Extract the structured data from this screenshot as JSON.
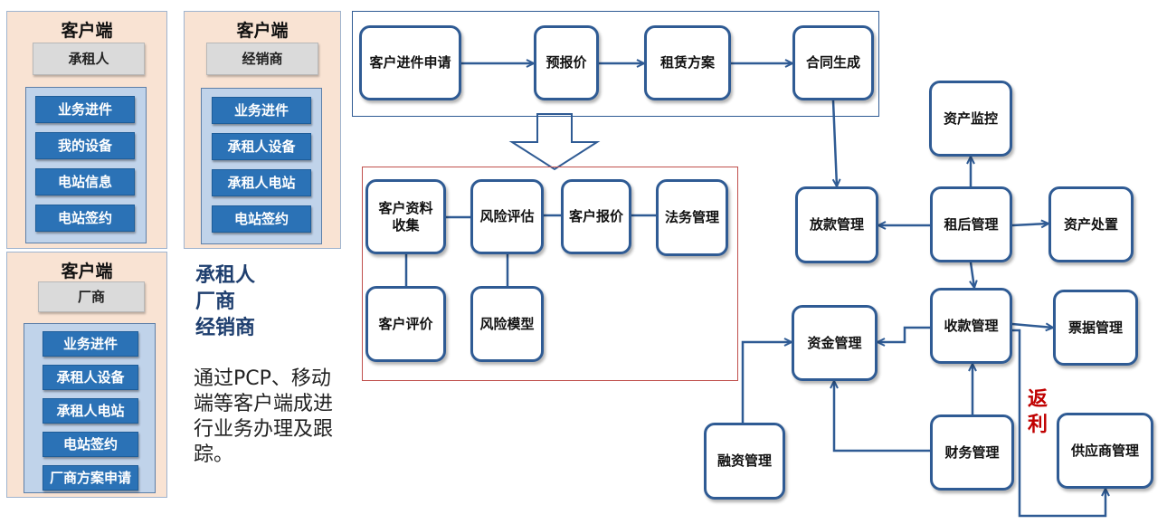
{
  "clients": [
    {
      "title": "客户端",
      "role": "承租人",
      "menu": [
        "业务进件",
        "我的设备",
        "电站信息",
        "电站签约"
      ]
    },
    {
      "title": "客户端",
      "role": "经销商",
      "menu": [
        "业务进件",
        "承租人设备",
        "承租人电站",
        "电站签约"
      ]
    },
    {
      "title": "客户端",
      "role": "厂商",
      "menu": [
        "业务进件",
        "承租人设备",
        "承租人电站",
        "电站签约",
        "厂商方案申请"
      ]
    }
  ],
  "side_roles": [
    "承租人",
    "厂商",
    "经销商"
  ],
  "description": "通过PCP、移动端等客户端成进行业务办理及跟踪。",
  "nodes": {
    "apply": "客户进件申请",
    "prequote": "预报价",
    "lease_plan": "租赁方案",
    "contract": "合同生成",
    "collect": "客户资料收集",
    "risk_eval": "风险评估",
    "client_quote": "客户报价",
    "legal": "法务管理",
    "client_eval": "客户评价",
    "risk_model": "风险模型",
    "loan": "放款管理",
    "monitor": "资产监控",
    "post_lease": "租后管理",
    "disposal": "资产处置",
    "funds": "资金管理",
    "collection": "收款管理",
    "invoice": "票据管理",
    "financing": "融资管理",
    "finance": "财务管理",
    "supplier": "供应商管理"
  },
  "rebate": "返利",
  "colors": {
    "node_border": "#2f5b94",
    "menu_button": "#2b72b6",
    "client_bg": "#f9e3d3",
    "rebate": "#c00000"
  }
}
